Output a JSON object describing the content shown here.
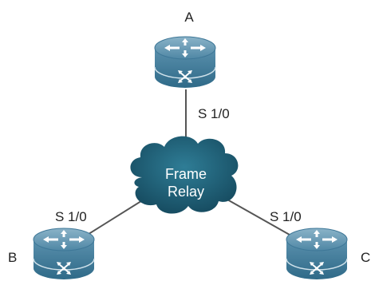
{
  "nodes": {
    "a": {
      "label": "A"
    },
    "b": {
      "label": "B"
    },
    "c": {
      "label": "C"
    }
  },
  "interfaces": {
    "a": "S 1/0",
    "b": "S 1/0",
    "c": "S 1/0"
  },
  "cloud": {
    "line1": "Frame",
    "line2": "Relay"
  },
  "colors": {
    "router_body": "#4f87a5",
    "router_top": "#6b9cb8",
    "cloud": "#1f5d73",
    "link": "#555555"
  }
}
